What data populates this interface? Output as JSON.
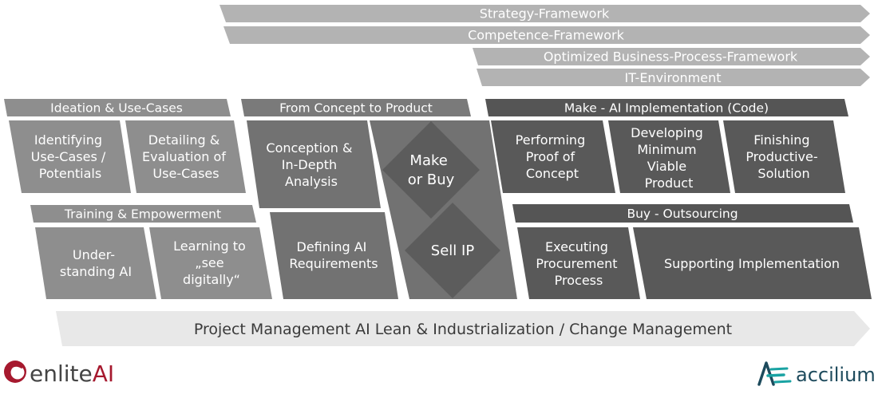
{
  "frameworks": {
    "strategy": "Strategy-Framework",
    "competence": "Competence-Framework",
    "business_process": "Optimized Business-Process-Framework",
    "it_environment": "IT-Environment"
  },
  "ideation": {
    "header": "Ideation & Use-Cases",
    "box1": [
      "Identifying",
      "Use-Cases /",
      "Potentials"
    ],
    "box2": [
      "Detailing &",
      "Evaluation of",
      "Use-Cases"
    ]
  },
  "training": {
    "header": "Training & Empowerment",
    "box1": [
      "Under-",
      "standing AI"
    ],
    "box2": [
      "Learning to",
      "„see",
      "digitally“"
    ]
  },
  "concept": {
    "header": "From Concept to Product",
    "box1": [
      "Conception &",
      "In-Depth",
      "Analysis"
    ],
    "box2": [
      "Defining AI",
      "Requirements"
    ],
    "diamond1": [
      "Make",
      "or Buy"
    ],
    "diamond2": [
      "Sell IP"
    ]
  },
  "make": {
    "header": "Make - AI Implementation (Code)",
    "box1": [
      "Performing",
      "Proof of",
      "Concept"
    ],
    "box2": [
      "Developing",
      "Minimum",
      "Viable",
      "Product"
    ],
    "box3": [
      "Finishing",
      "Productive-",
      "Solution"
    ]
  },
  "buy": {
    "header": "Buy - Outsourcing",
    "box1": [
      "Executing",
      "Procurement",
      "Process"
    ],
    "box2": [
      "Supporting Implementation"
    ]
  },
  "bottom_bar": "Project Management AI Lean & Industrialization / Change Management",
  "logos": {
    "left_a": "enlite",
    "left_b": "AI",
    "right": "accilium"
  },
  "colors": {
    "framework_arrow": "#b3b3b3",
    "ideation": "#8e8e8e",
    "concept_header": "#7a7a7a",
    "concept": "#727272",
    "diamond": "#5c5c5c",
    "make": "#595959",
    "make_header": "#555555",
    "bottom_bar": "#e8e8e8",
    "enlite_red": "#a6192e",
    "accilium_teal": "#1d4a5c"
  }
}
